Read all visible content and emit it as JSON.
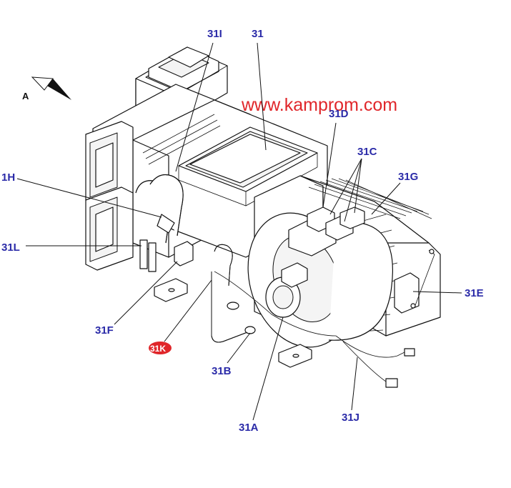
{
  "watermark": "www.kamprom.com",
  "direction_marker": "A",
  "callouts": {
    "l31": "31",
    "l31a": "31A",
    "l31b": "31B",
    "l31c": "31C",
    "l31d": "31D",
    "l31e": "31E",
    "l31f": "31F",
    "l31g": "31G",
    "l31h": "1H",
    "l31i": "31I",
    "l31j": "31J",
    "l31k": "31K",
    "l31l": "31L"
  }
}
